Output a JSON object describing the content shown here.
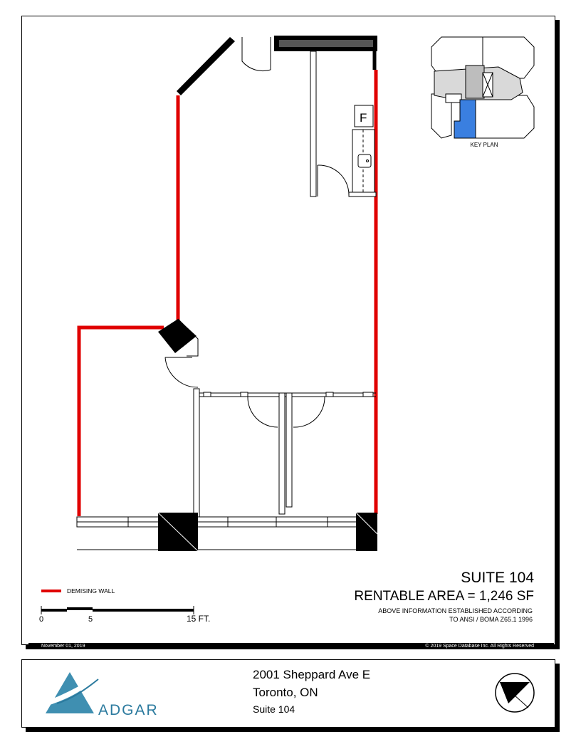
{
  "plan": {
    "suite_title": "SUITE 104",
    "rentable_area": "RENTABLE AREA = 1,246 SF",
    "note_line1": "ABOVE INFORMATION ESTABLISHED ACCORDING",
    "note_line2": "TO ANSI / BOMA Z65.1 1996",
    "fridge_label": "F",
    "key_plan_label": "KEY PLAN",
    "legend_label": "DEMISING WALL",
    "scale_labels": [
      "0",
      "5",
      "15 FT."
    ],
    "date_text": "November 01, 2019",
    "copyright_text": "© 2019 Space Database Inc. All Rights Reserved"
  },
  "title_block": {
    "address_line1": "2001 Sheppard Ave E",
    "address_line2": "Toronto, ON",
    "suite_line": "Suite 104",
    "brand": "ADGAR"
  },
  "colors": {
    "demising_wall": "#e00000",
    "key_plan_highlight": "#3a7fe0",
    "brand": "#2b7a9e"
  },
  "icons": [
    "adgar-logo-icon",
    "north-arrow-icon"
  ]
}
